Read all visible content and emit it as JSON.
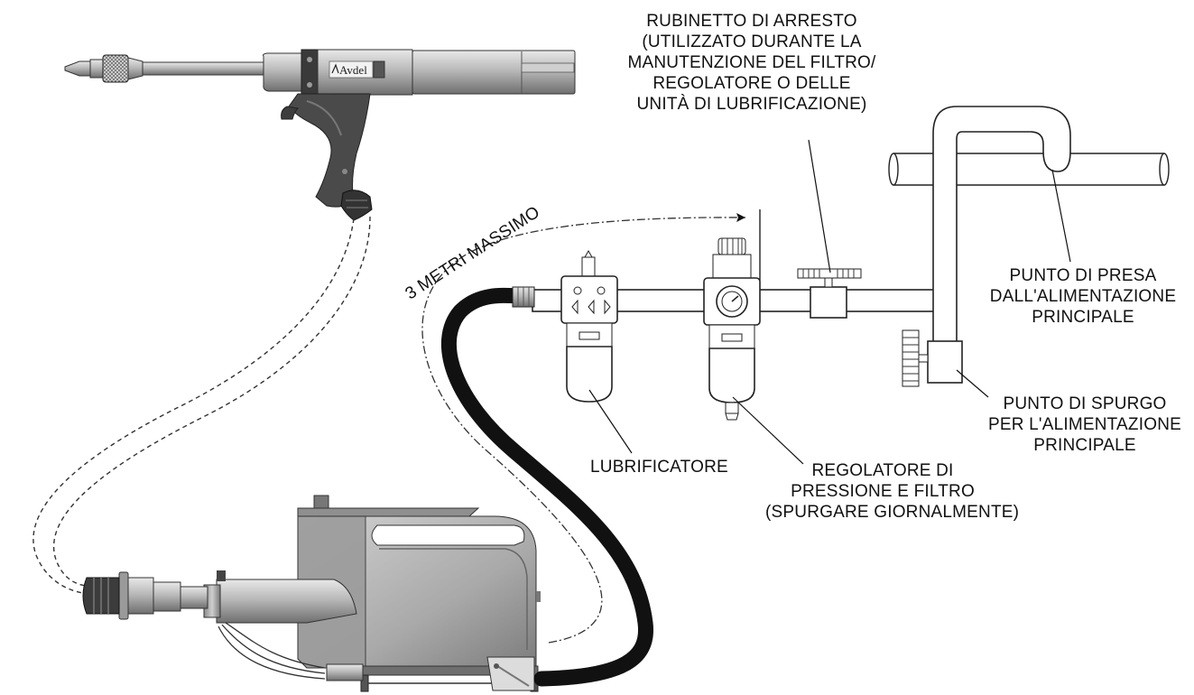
{
  "labels": {
    "shutoff_valve": [
      "RUBINETTO DI ARRESTO",
      "(UTILIZZATO DURANTE LA",
      "MANUTENZIONE DEL FILTRO/",
      "REGOLATORE O DELLE",
      "UNITÀ DI LUBRIFICAZIONE)"
    ],
    "take_off_point": [
      "PUNTO DI PRESA",
      "DALL'ALIMENTAZIONE",
      "PRINCIPALE"
    ],
    "drain_point": [
      "PUNTO DI SPURGO",
      "PER L'ALIMENTAZIONE",
      "PRINCIPALE"
    ],
    "lubricator": "LUBRIFICATORE",
    "regulator_filter": [
      "REGOLATORE DI",
      "PRESSIONE E FILTRO",
      "(SPURGARE GIORNALMENTE)"
    ],
    "max_distance": "3 METRI MASSIMO"
  },
  "tool_brand": "Avdel"
}
